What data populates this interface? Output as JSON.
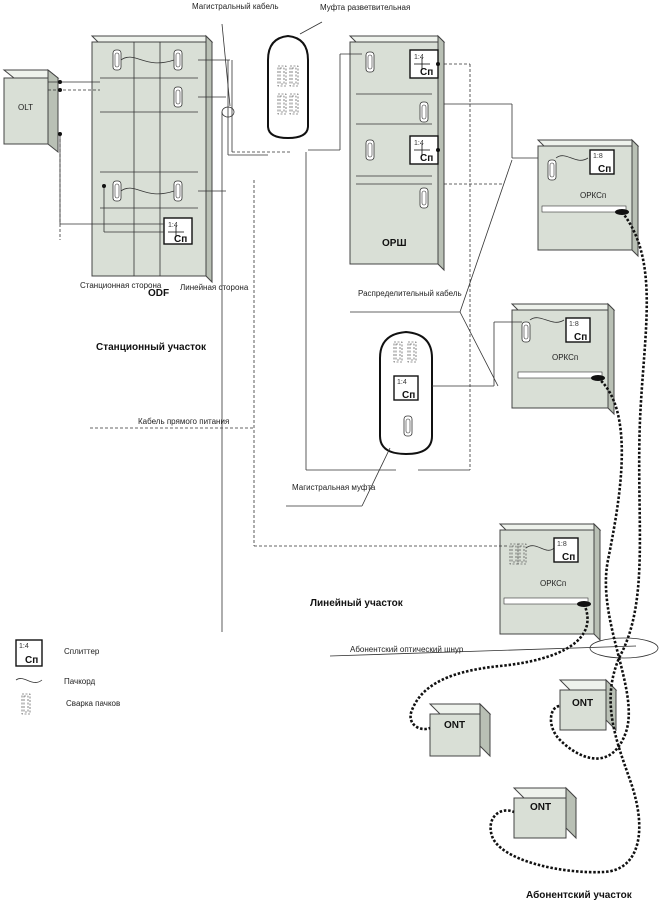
{
  "labels": {
    "olt": "OLT",
    "odf": "ODF",
    "station_side": "Станционная сторона",
    "line_side": "Линейная сторона",
    "trunk_cable": "Магистральный кабель",
    "splitter_sleeve": "Муфта разветвительная",
    "orsh": "ОРШ",
    "distribution_cable": "Распределительный кабель",
    "station_section": "Станционный участок",
    "direct_feed_cable": "Кабель прямого питания",
    "trunk_sleeve": "Магистральная муфта",
    "line_section": "Линейный участок",
    "subscriber_loop": "Абонентский оптический шнур",
    "subscriber_section": "Абонентский участок",
    "orksp": "ОРКСп",
    "ont": "ONT"
  },
  "splitters": {
    "s14": "1:4",
    "s18": "1:8",
    "sp": "Сп"
  },
  "legend": {
    "splitter": "Сплиттер",
    "patchcord": "Пачкорд",
    "splice": "Сварка пачков"
  }
}
